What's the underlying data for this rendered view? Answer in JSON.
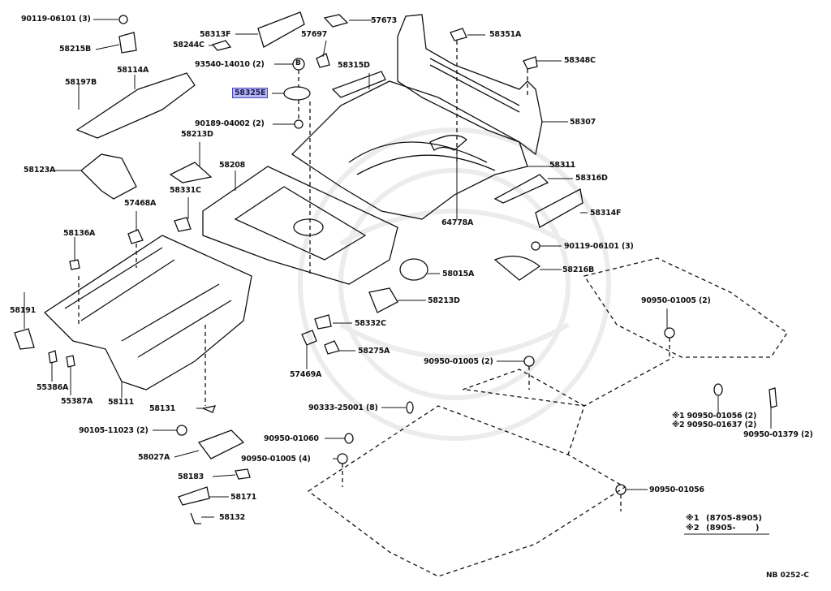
{
  "diagram": {
    "title": "Floor Pan & Lower Back Panel",
    "reference_code": "NB 0252-C",
    "highlighted_part": "58325E",
    "highlight_color": "#b8b8f0",
    "labels": [
      {
        "id": "l1",
        "text": "90119-06101 (3)"
      },
      {
        "id": "l2",
        "text": "58215B"
      },
      {
        "id": "l3",
        "text": "58114A"
      },
      {
        "id": "l4",
        "text": "58197B"
      },
      {
        "id": "l5",
        "text": "58313F"
      },
      {
        "id": "l6",
        "text": "58244C"
      },
      {
        "id": "l7",
        "text": "93540-14010 (2)"
      },
      {
        "id": "l8",
        "text": "58325E"
      },
      {
        "id": "l9",
        "text": "90189-04002 (2)"
      },
      {
        "id": "l10",
        "text": "57673"
      },
      {
        "id": "l11",
        "text": "57697"
      },
      {
        "id": "l12",
        "text": "58315D"
      },
      {
        "id": "l13",
        "text": "58351A"
      },
      {
        "id": "l14",
        "text": "58348C"
      },
      {
        "id": "l15",
        "text": "58307"
      },
      {
        "id": "l16",
        "text": "58311"
      },
      {
        "id": "l17",
        "text": "58316D"
      },
      {
        "id": "l18",
        "text": "58314F"
      },
      {
        "id": "l19",
        "text": "64778A"
      },
      {
        "id": "l20",
        "text": "58213D"
      },
      {
        "id": "l21",
        "text": "58208"
      },
      {
        "id": "l22",
        "text": "58123A"
      },
      {
        "id": "l23",
        "text": "58331C"
      },
      {
        "id": "l24",
        "text": "57468A"
      },
      {
        "id": "l25",
        "text": "58136A"
      },
      {
        "id": "l26",
        "text": "90119-06101 (3)"
      },
      {
        "id": "l27",
        "text": "58216B"
      },
      {
        "id": "l28",
        "text": "58015A"
      },
      {
        "id": "l29",
        "text": "58213D"
      },
      {
        "id": "l30",
        "text": "58191"
      },
      {
        "id": "l31",
        "text": "58332C"
      },
      {
        "id": "l32",
        "text": "58275A"
      },
      {
        "id": "l33",
        "text": "57469A"
      },
      {
        "id": "l34",
        "text": "55386A"
      },
      {
        "id": "l35",
        "text": "55387A"
      },
      {
        "id": "l36",
        "text": "58111"
      },
      {
        "id": "l37",
        "text": "58131"
      },
      {
        "id": "l38",
        "text": "90950-01005 (2)"
      },
      {
        "id": "l39",
        "text": "90950-01005 (2)"
      },
      {
        "id": "l40",
        "text": "90333-25001 (8)"
      },
      {
        "id": "l41",
        "text": "90105-11023 (2)"
      },
      {
        "id": "l42",
        "text": "90950-01060"
      },
      {
        "id": "l43",
        "text": "58027A"
      },
      {
        "id": "l44",
        "text": "90950-01005 (4)"
      },
      {
        "id": "l45",
        "text": "58183"
      },
      {
        "id": "l46",
        "text": "58171"
      },
      {
        "id": "l47",
        "text": "58132"
      },
      {
        "id": "l48",
        "text": "※1 90950-01056 (2)"
      },
      {
        "id": "l49",
        "text": "※2 90950-01637 (2)"
      },
      {
        "id": "l50",
        "text": "90950-01379 (2)"
      },
      {
        "id": "l51",
        "text": "90950-01056"
      }
    ],
    "bolt_symbol": "B",
    "notes": [
      {
        "mark": "※1",
        "range": "(8705-8905)"
      },
      {
        "mark": "※2",
        "range": "(8905-       )"
      }
    ]
  }
}
